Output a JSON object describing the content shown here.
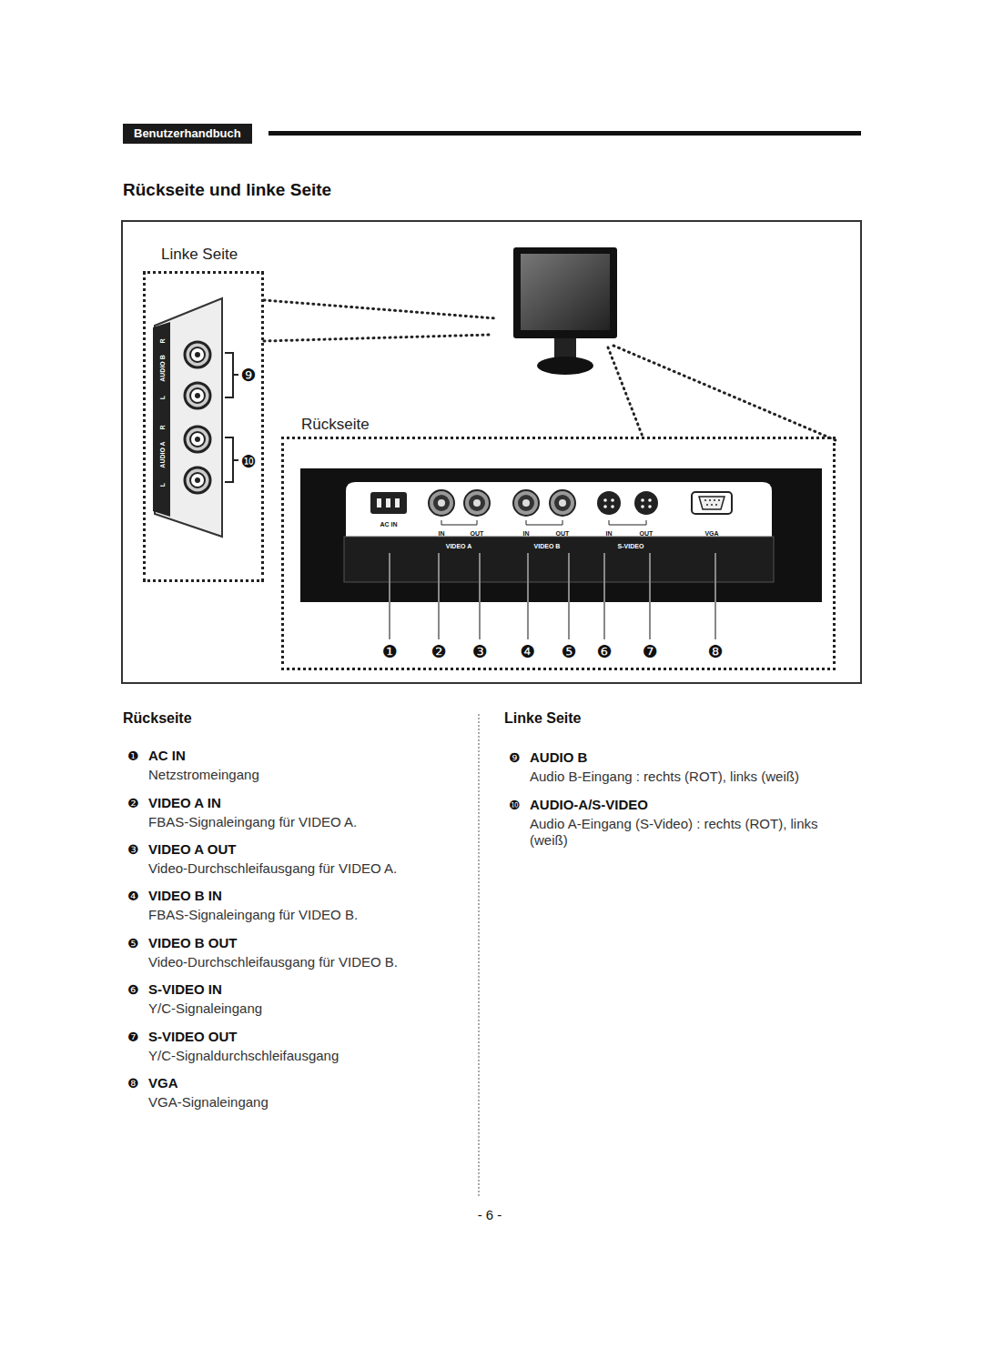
{
  "diagram": {
    "title": "Rückseite und linke Seite",
    "nodes": [
      {
        "text": [
          "Benutzerhandbuch"
        ]
      },
      {
        "text": [
          "Linke Seite"
        ]
      },
      {
        "text": [
          "Rückseite"
        ]
      }
    ],
    "labels": [
      "AUDIO B",
      "R",
      "L",
      "AUDIO A",
      "R",
      "L",
      "❾",
      "❿",
      "AC IN",
      "IN",
      "OUT",
      "IN",
      "OUT",
      "IN",
      "OUT",
      "VGA",
      "VIDEO A",
      "VIDEO B",
      "S-VIDEO",
      "❶",
      "❷",
      "❸",
      "❹",
      "❺",
      "❻",
      "❼",
      "❽",
      "Rückseite",
      "❶",
      "AC IN",
      "Netzstromeingang",
      "❷",
      "VIDEO A IN",
      "FBAS-Signaleingang für VIDEO A.",
      "❸",
      "VIDEO A OUT",
      "Video-Durchschleifausgang für VIDEO A.",
      "❹",
      "VIDEO B IN",
      "FBAS-Signaleingang für VIDEO B.",
      "❺",
      "VIDEO B OUT",
      "Video-Durchschleifausgang für VIDEO B.",
      "❻",
      "S-VIDEO IN",
      "Y/C-Signaleingang",
      "❼",
      "S-VIDEO OUT",
      "Y/C-Signaldurchschleifausgang",
      "❽",
      "VGA",
      "VGA-Signaleingang",
      "Linke Seite",
      "❾",
      "AUDIO B",
      "Audio B-Eingang : rechts (ROT), links (weiß)",
      "❿",
      "AUDIO-A/S-VIDEO",
      "Audio A-Eingang (S-Video) : rechts (ROT), links (weiß)",
      "- 6 -"
    ]
  }
}
